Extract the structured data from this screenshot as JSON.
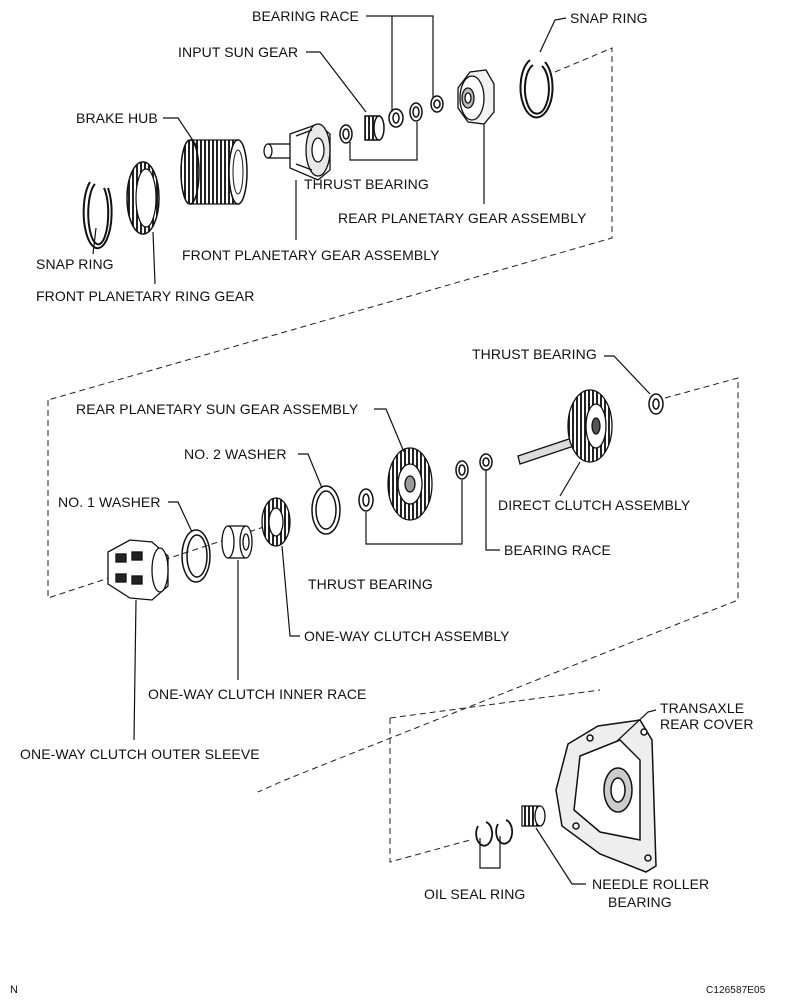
{
  "labels": {
    "bearing_race_top": "BEARING RACE",
    "snap_ring_top": "SNAP RING",
    "input_sun_gear": "INPUT SUN GEAR",
    "brake_hub": "BRAKE HUB",
    "thrust_bearing_top": "THRUST BEARING",
    "rear_planetary_gear_assembly": "REAR PLANETARY GEAR ASSEMBLY",
    "snap_ring_left": "SNAP RING",
    "front_planetary_gear_assembly": "FRONT PLANETARY GEAR ASSEMBLY",
    "front_planetary_ring_gear": "FRONT PLANETARY RING GEAR",
    "thrust_bearing_mid_top": "THRUST BEARING",
    "rear_planetary_sun_gear_assembly": "REAR PLANETARY SUN GEAR ASSEMBLY",
    "no2_washer": "NO. 2 WASHER",
    "no1_washer": "NO. 1 WASHER",
    "direct_clutch_assembly": "DIRECT CLUTCH ASSEMBLY",
    "bearing_race_mid": "BEARING RACE",
    "thrust_bearing_mid": "THRUST BEARING",
    "one_way_clutch_assembly": "ONE-WAY CLUTCH ASSEMBLY",
    "one_way_clutch_inner_race": "ONE-WAY CLUTCH INNER RACE",
    "one_way_clutch_outer_sleeve": "ONE-WAY CLUTCH OUTER SLEEVE",
    "transaxle_rear_cover_line1": "TRANSAXLE",
    "transaxle_rear_cover_line2": "REAR COVER",
    "oil_seal_ring": "OIL SEAL RING",
    "needle_roller_bearing_line1": "NEEDLE ROLLER",
    "needle_roller_bearing_line2": "BEARING"
  },
  "footer": {
    "left_mark": "N",
    "figure_code": "C126587E05"
  }
}
